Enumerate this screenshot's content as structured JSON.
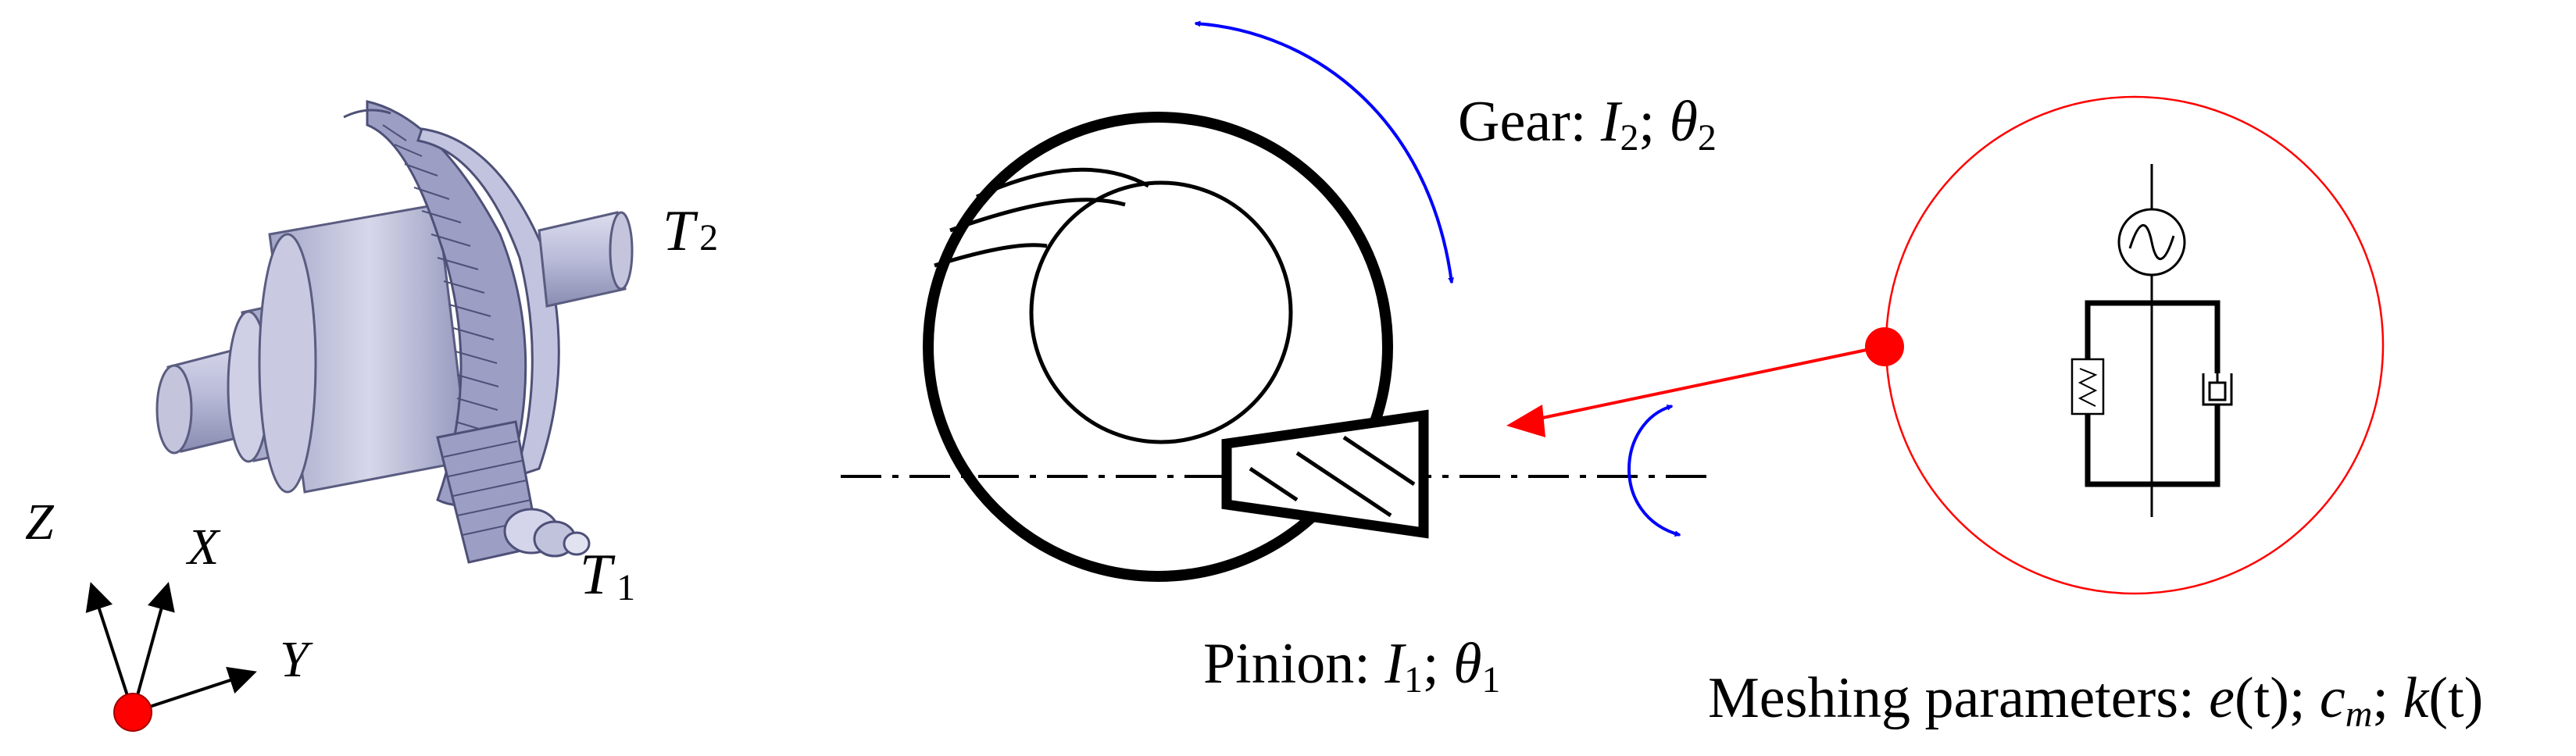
{
  "axes": {
    "z": "Z",
    "x": "X",
    "y": "Y"
  },
  "torques": {
    "t2": {
      "symbol": "T",
      "sub": "2"
    },
    "t1": {
      "symbol": "T",
      "sub": "1"
    }
  },
  "gear_label": {
    "prefix": "Gear: ",
    "inertia": "I",
    "inertia_sub": "2",
    "sep": "; ",
    "angle": "θ",
    "angle_sub": "2"
  },
  "pinion_label": {
    "prefix": "Pinion: ",
    "inertia": "I",
    "inertia_sub": "1",
    "sep": "; ",
    "angle": "θ",
    "angle_sub": "1"
  },
  "meshing_label": {
    "prefix": "Meshing parameters: ",
    "e": "e",
    "e_arg": "(t)",
    "sep1": "; ",
    "c": "c",
    "c_sub": "m",
    "sep2": "; ",
    "k": "k",
    "k_arg": "(t)"
  },
  "colors": {
    "rotation_arrow": "#0000ff",
    "mesh_point": "#ff0000",
    "zoom_circle": "#ff0000",
    "gear_body": "#c7c8e0",
    "gear_shadow": "#8e90b8",
    "outline": "#000000"
  },
  "icons": {
    "source": "sine-source-icon",
    "spring": "spring-icon",
    "damper": "damper-icon"
  }
}
